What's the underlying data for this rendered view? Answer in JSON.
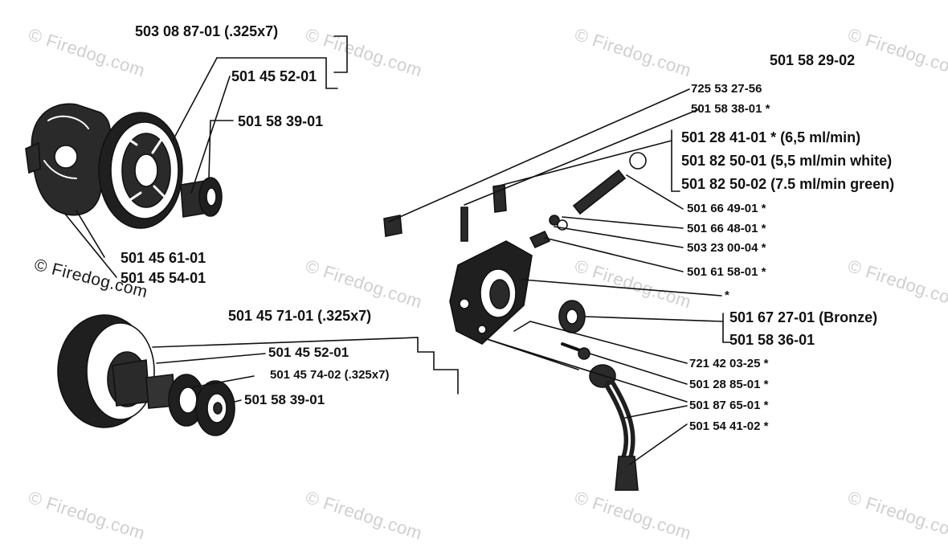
{
  "watermark": {
    "text": "© Firedog.com"
  },
  "labels": {
    "l1": "503 08 87-01 (.325x7)",
    "l2": "501 45 52-01",
    "l3": "501 58 39-01",
    "l4": "501 45 61-01",
    "l5": "501 45 54-01",
    "l6": "501 45 71-01 (.325x7)",
    "l7": "501 45 52-01",
    "l8": "501 45 74-02 (.325x7)",
    "l9": "501 58 39-01",
    "r0": "501 58 29-02",
    "r1": "725 53 27-56",
    "r2": "501 58 38-01  *",
    "r3": "501 28 41-01  * (6,5 ml/min)",
    "r4": "501 82 50-01 (5,5 ml/min white)",
    "r5": "501 82 50-02 (7.5 ml/min green)",
    "r6": "501 66 49-01  *",
    "r7": "501 66 48-01  *",
    "r8": "503 23 00-04  *",
    "r9": "501 61 58-01  *",
    "r10": "*",
    "r11": "501 67 27-01 (Bronze)",
    "r12": "501 58 36-01",
    "r13": "721 42 03-25  *",
    "r14": "501 28 85-01  *",
    "r15": "501 87 65-01  *",
    "r16": "501 54 41-02  *"
  }
}
